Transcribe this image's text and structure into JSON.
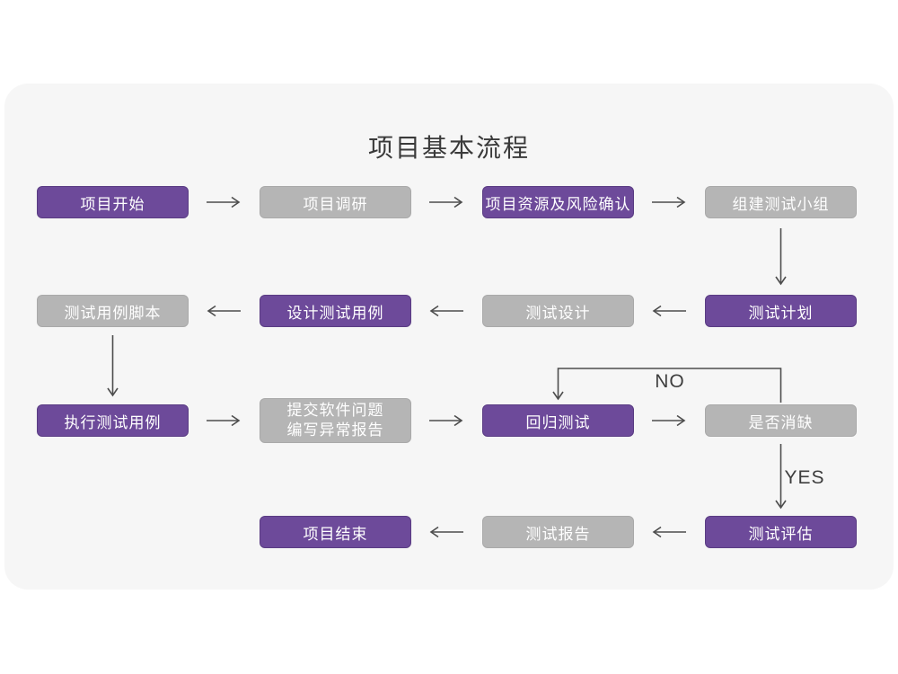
{
  "title": "项目基本流程",
  "colors": {
    "purple": "#6d4a9a",
    "purple_border": "#5a3c83",
    "gray": "#b5b5b5",
    "gray_border": "#a9a9a9",
    "card_bg": "#f6f6f6",
    "arrow": "#4d4d4d",
    "title_color": "#3a3a3a",
    "label_color": "#3e3e3e",
    "node_text": "#ffffff"
  },
  "edge_labels": {
    "no": "NO",
    "yes": "YES"
  },
  "nodes": {
    "start": {
      "label": "项目开始",
      "type": "primary"
    },
    "research": {
      "label": "项目调研",
      "type": "secondary"
    },
    "risk": {
      "label": "项目资源及风险确认",
      "type": "primary"
    },
    "team": {
      "label": "组建测试小组",
      "type": "secondary"
    },
    "case_script": {
      "label": "测试用例脚本",
      "type": "secondary"
    },
    "case_design": {
      "label": "设计测试用例",
      "type": "primary"
    },
    "design": {
      "label": "测试设计",
      "type": "secondary"
    },
    "plan": {
      "label": "测试计划",
      "type": "primary"
    },
    "execute": {
      "label": "执行测试用例",
      "type": "primary"
    },
    "submit": {
      "label_line1": "提交软件问题",
      "label_line2": "编写异常报告",
      "type": "secondary"
    },
    "regression": {
      "label": "回归测试",
      "type": "primary"
    },
    "defect_check": {
      "label": "是否消缺",
      "type": "secondary"
    },
    "end": {
      "label": "项目结束",
      "type": "primary"
    },
    "report": {
      "label": "测试报告",
      "type": "secondary"
    },
    "evaluate": {
      "label": "测试评估",
      "type": "primary"
    }
  }
}
